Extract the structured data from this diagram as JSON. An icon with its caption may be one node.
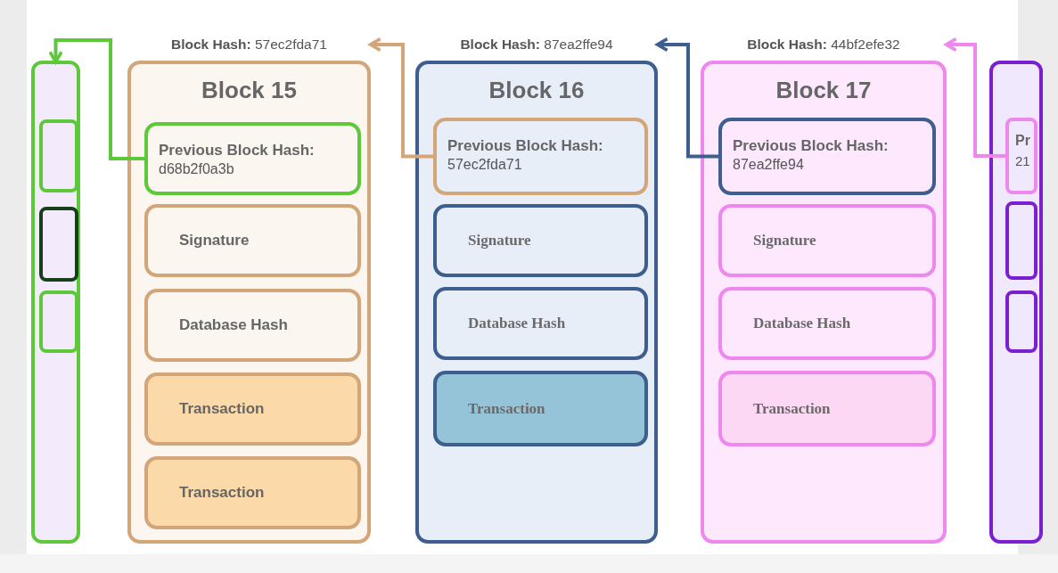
{
  "diagram": {
    "nodes": [
      {
        "text": [],
        "shape": "box"
      },
      {
        "text": [],
        "shape": "box",
        "in": 0
      },
      {
        "text": [],
        "shape": "box",
        "in": 0
      },
      {
        "text": [],
        "shape": "box",
        "in": 0
      },
      {
        "text": [
          "**Block Hash:** 57ec2fda71",
          "Block 15"
        ]
      },
      {
        "text": [
          "Previous Block Hash:",
          "d68b2f0a3b"
        ],
        "in": 4
      },
      {
        "text": [
          "Signature"
        ],
        "in": 4
      },
      {
        "text": [
          "Database Hash"
        ],
        "in": 4
      },
      {
        "text": [
          "Transaction"
        ],
        "in": 4
      },
      {
        "text": [
          "Transaction"
        ],
        "in": 4
      },
      {
        "text": [
          "**Block Hash:** 87ea2ffe94",
          "Block 16"
        ]
      },
      {
        "text": [
          "Previous Block Hash:",
          "57ec2fda71"
        ],
        "in": 10
      },
      {
        "text": [
          "Signature"
        ],
        "in": 10
      },
      {
        "text": [
          "Database Hash"
        ],
        "in": 10
      },
      {
        "text": [
          "Transaction"
        ],
        "in": 10
      },
      {
        "text": [
          "**Block Hash:** 44bf2efe32",
          "Block 17"
        ]
      },
      {
        "text": [
          "Previous Block Hash:",
          "87ea2ffe94"
        ],
        "in": 15
      },
      {
        "text": [
          "Signature"
        ],
        "in": 15
      },
      {
        "text": [
          "Database Hash"
        ],
        "in": 15
      },
      {
        "text": [
          "Transaction"
        ],
        "in": 15
      },
      {
        "text": [],
        "shape": "box"
      },
      {
        "text": [
          "Pr",
          "21"
        ],
        "in": 20
      },
      {
        "text": [],
        "shape": "box",
        "in": 20
      },
      {
        "text": [],
        "shape": "box",
        "in": 20
      }
    ],
    "edges": [
      {
        "from": 5,
        "to": 0,
        "arrow": "to",
        "color": "#5cc83a"
      },
      {
        "from": 11,
        "to": 4,
        "arrow": "to",
        "color": "#d2a679"
      },
      {
        "from": 16,
        "to": 10,
        "arrow": "to",
        "color": "#3d5e8f"
      },
      {
        "from": 21,
        "to": 15,
        "arrow": "to",
        "color": "#ee88ee"
      }
    ]
  }
}
